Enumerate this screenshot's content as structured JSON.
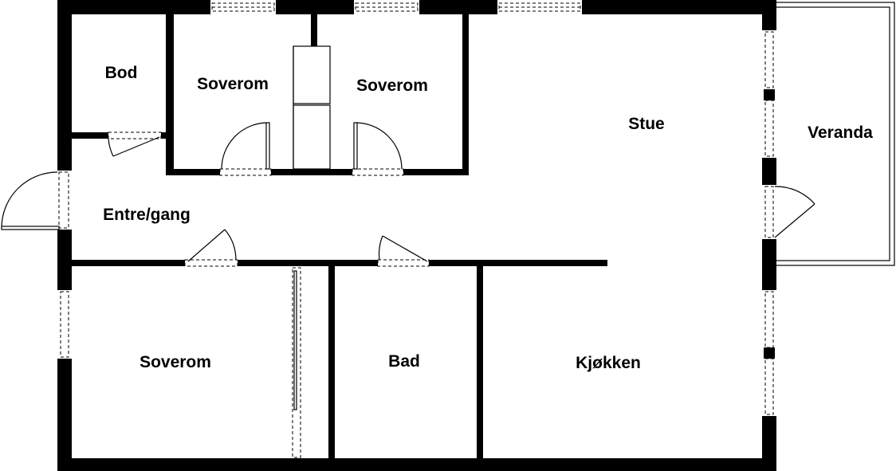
{
  "rooms": {
    "bod": "Bod",
    "soverom_1": "Soverom",
    "soverom_2": "Soverom",
    "stue": "Stue",
    "veranda": "Veranda",
    "entre": "Entre/gang",
    "soverom_3": "Soverom",
    "bad": "Bad",
    "kjokken": "Kjøkken"
  },
  "colors": {
    "wall": "#000000",
    "background": "#ffffff"
  }
}
